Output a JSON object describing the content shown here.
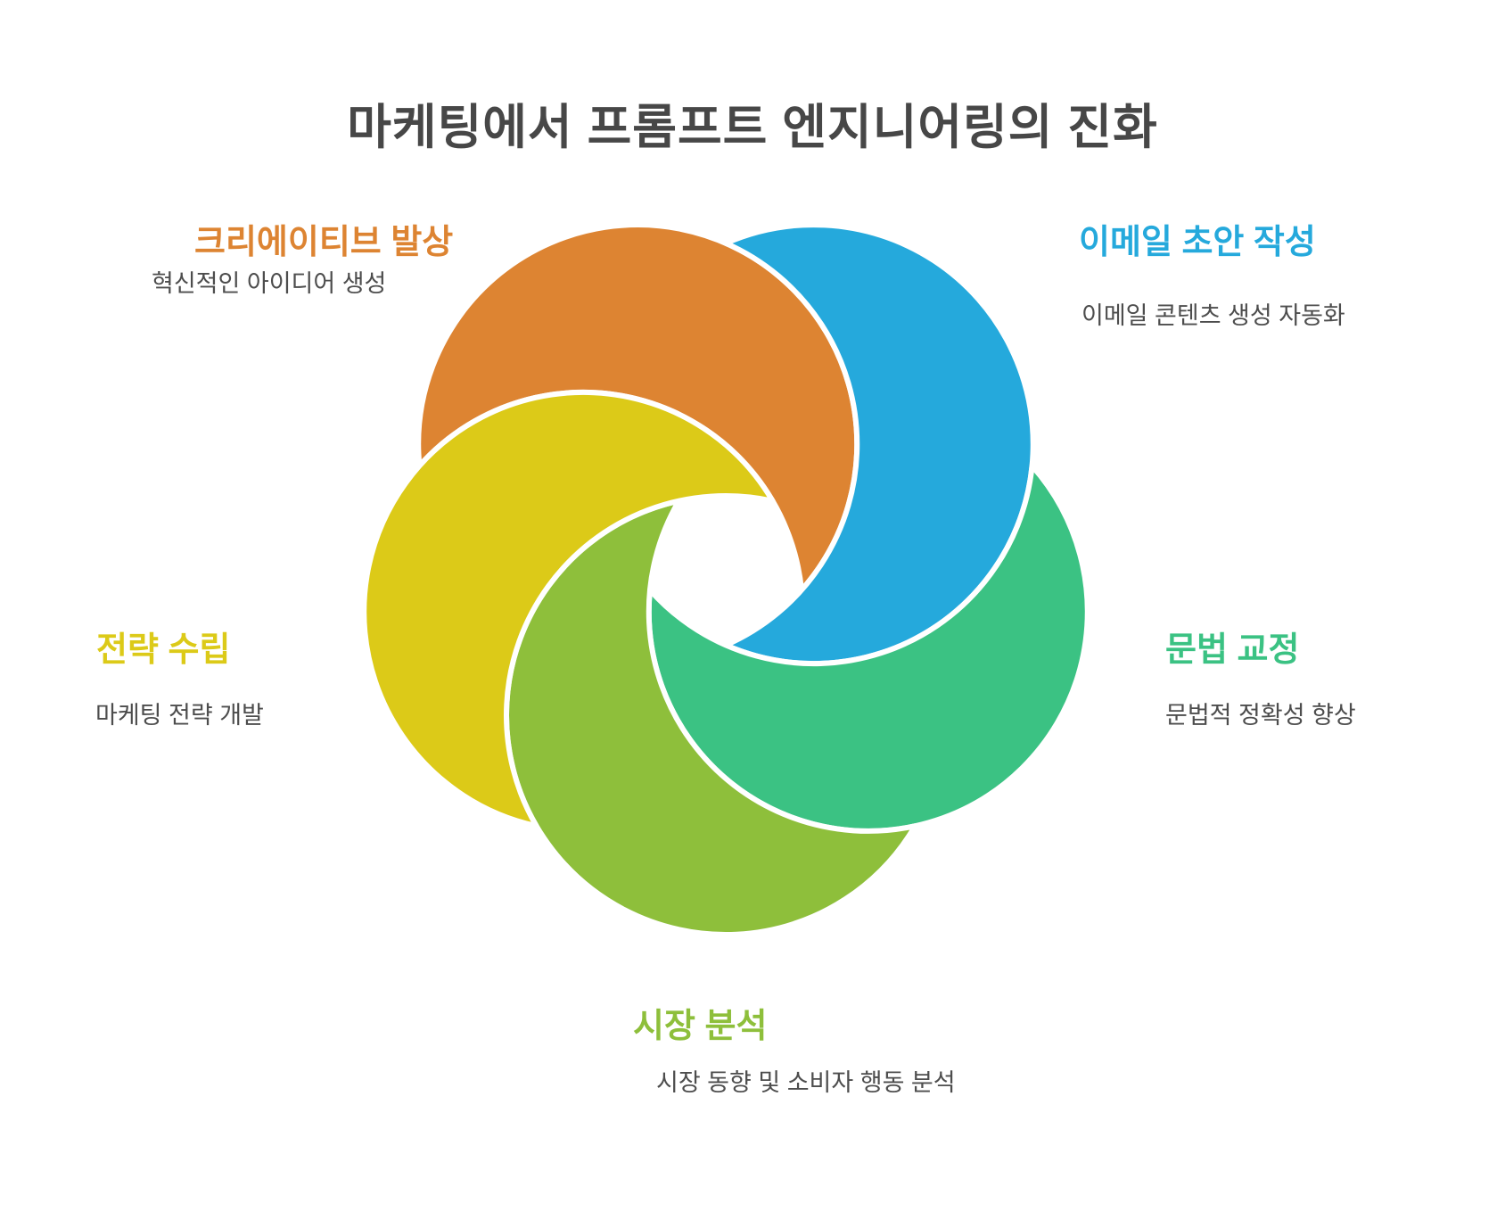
{
  "page": {
    "background": "#ffffff"
  },
  "title": {
    "text": "마케팅에서 프롬프트 엔지니어링의 진화",
    "color": "#474747"
  },
  "diagram": {
    "type": "swirl-cycle",
    "petal_count": 5,
    "center_hole": true,
    "stroke_color": "#ffffff",
    "petals": [
      {
        "id": "creative",
        "label": "크리에이티브 발상",
        "description": "혁신적인 아이디어 생성",
        "color": "#DD8432",
        "position": "top-left",
        "rotation": -36
      },
      {
        "id": "email",
        "label": "이메일 초안 작성",
        "description": "이메일 콘텐츠 생성 자동화",
        "color": "#25A9DC",
        "position": "top-right",
        "rotation": 36
      },
      {
        "id": "grammar",
        "label": "문법 교정",
        "description": "문법적 정확성 향상",
        "color": "#3BC283",
        "position": "right",
        "rotation": 108
      },
      {
        "id": "market",
        "label": "시장 분석",
        "description": "시장 동향 및 소비자 행동 분석",
        "color": "#8EBF3B",
        "position": "bottom",
        "rotation": 180
      },
      {
        "id": "strategy",
        "label": "전략 수립",
        "description": "마케팅 전략 개발",
        "color": "#DCCA18",
        "position": "left",
        "rotation": 252
      }
    ]
  }
}
